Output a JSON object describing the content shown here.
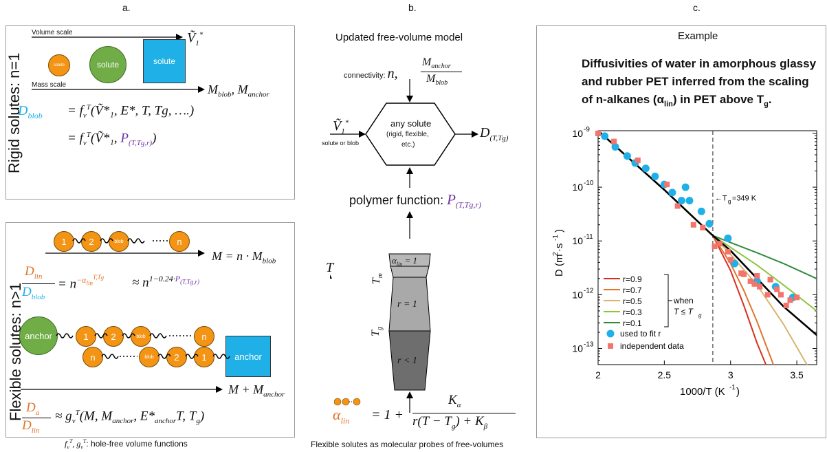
{
  "panels": {
    "a": {
      "letter": "a."
    },
    "b": {
      "letter": "b.",
      "title": "Updated free-volume model"
    },
    "c": {
      "letter": "c.",
      "subtitle": "Example",
      "title_lines": [
        "Diffusivities of water in amorphous glassy",
        "and rubber PET inferred from the scaling",
        "of n-alkanes (α",
        "lin",
        ") in PET above T",
        "g",
        "."
      ]
    }
  },
  "rigid": {
    "side_title": "Rigid solutes: n=1",
    "volume_scale": "Volume scale",
    "mass_scale": "Mass scale",
    "small_label": "solute",
    "mid_label": "solute",
    "big_label": "solute",
    "v1_label": "Ṽ",
    "m_label": "M",
    "m_sub1": "blob",
    "m_sep": ", M",
    "m_sub2": "anchor",
    "d_blob": "D",
    "d_blob_sub": "blob",
    "eq1": "= f",
    "eq1_args": "(Ṽ*₁, E*, T, Tg, ….)",
    "eq2": "= f",
    "eq2_args": "(Ṽ*₁, ",
    "eq2_p": "P",
    "eq2_p_sub": "(T,Tg,r)",
    "eq2_close": ")"
  },
  "flexible": {
    "side_title": "Flexible solutes: n>1",
    "chain1": [
      "1",
      "2",
      "blob",
      "n"
    ],
    "chain_dots": "·····",
    "m_eq": "M = n · M",
    "m_eq_sub": "blob",
    "d_lin": "D",
    "d_lin_sub": "lin",
    "d_blob": "D",
    "d_blob_sub": "blob",
    "ratio_rhs": "= n",
    "alpha": "−α",
    "alpha_sub": "lin",
    "alpha_sup": "T,Tg",
    "approx": "≈ n",
    "approx_sup": "1−0.24·",
    "approx_p": "P",
    "approx_p_sub": "(T,Tg,r)",
    "anchor": "anchor",
    "chain2": [
      "1",
      "2",
      "blob",
      "n"
    ],
    "chain3": [
      "n",
      "blob",
      "2",
      "1"
    ],
    "anchor2": "anchor",
    "m_plus": "M + M",
    "m_plus_sub": "anchor",
    "d_a": "D",
    "d_a_sub": "a",
    "d_lin2": "D",
    "d_lin2_sub": "lin",
    "g_eq": "≈ g",
    "g_args": "(M, M",
    "g_args_sub": "anchor",
    "g_args2": ", E*",
    "g_args2_sub": "anchor",
    "g_args3": "T, T",
    "g_args3_sub": "g",
    "g_close": ")"
  },
  "footer_left": ": hole-free volume functions",
  "footer_left_sym": "f",
  "footer_left_sym2": ", g",
  "footer_center": "Flexible solutes as molecular probes of free-volumes",
  "model": {
    "connectivity": "connectivity: ",
    "conn_n": "n, ",
    "conn_num": "M",
    "conn_num_sub": "anchor",
    "conn_den": "M",
    "conn_den_sub": "blob",
    "hex_line1": "any solute",
    "hex_line2": "(rigid, flexible,",
    "hex_line3": "etc.)",
    "input_sym": "Ṽ",
    "input_label": "solute or blob",
    "output": "D",
    "output_sub": "(T,Tg)",
    "polymer_function": "polymer function: ",
    "pf_sym": "P",
    "pf_sub": "(T,Tg,r)",
    "t_axis": "T",
    "tm": "T",
    "tm_sub": "m",
    "tg": "T",
    "tg_sub": "g",
    "seg_top": "α",
    "seg_top_sub": "lin",
    "seg_top_eq": " = 1",
    "seg_mid": "r = 1",
    "seg_bot": "r < 1",
    "alpha_lhs": "α",
    "alpha_lhs_sub": "lin",
    "alpha_eq": "= 1 +",
    "frac_num": "K",
    "frac_num_sub": "α",
    "frac_den": "r(T − T",
    "frac_den_sub": "g",
    "frac_den2": ") + K",
    "frac_den2_sub": "β"
  },
  "chart_data": {
    "type": "line",
    "xlabel": "1000/T (K",
    "xlabel_sup": "-1",
    "xlabel_close": ")",
    "ylabel": "D (m",
    "ylabel_sup": "2",
    "ylabel_mid": "·s",
    "ylabel_sup2": "-1",
    "ylabel_close": ")",
    "xlim": [
      2,
      3.65
    ],
    "ylim_log10": [
      -13.3,
      -8.95
    ],
    "x_ticks": [
      "2",
      "2.5",
      "3",
      "3.5"
    ],
    "x_tick_values": [
      2,
      2.5,
      3,
      3.5
    ],
    "y_ticks": [
      "10",
      "10",
      "10",
      "10",
      "10"
    ],
    "y_tick_exps": [
      "-9",
      "-10",
      "-11",
      "-12",
      "-13"
    ],
    "y_tick_values": [
      -9,
      -10,
      -11,
      -12,
      -13
    ],
    "tg_label": "←T",
    "tg_label_sub": "g",
    "tg_label_rest": "=349 K",
    "tg_x": 2.866,
    "legend_when": "when",
    "legend_cond": "T ≤ T",
    "legend_cond_sub": "g",
    "series": [
      {
        "name": "r=0.9",
        "color": "#d7301f",
        "x": [
          2,
          2.5,
          2.866,
          3.0,
          3.1,
          3.2,
          3.3
        ],
        "log10y": [
          -8.95,
          -10.05,
          -10.9,
          -11.55,
          -12.2,
          -12.9,
          -13.5
        ]
      },
      {
        "name": "r=0.7",
        "color": "#e0742b",
        "x": [
          2,
          2.5,
          2.866,
          3.0,
          3.1,
          3.2,
          3.3,
          3.4
        ],
        "log10y": [
          -8.95,
          -10.05,
          -10.9,
          -11.42,
          -11.92,
          -12.5,
          -13.15,
          -13.8
        ]
      },
      {
        "name": "r=0.5",
        "color": "#d9b46a",
        "x": [
          2,
          2.5,
          2.866,
          3.0,
          3.2,
          3.4,
          3.6
        ],
        "log10y": [
          -8.95,
          -10.05,
          -10.9,
          -11.25,
          -11.82,
          -12.55,
          -13.4
        ]
      },
      {
        "name": "r=0.3",
        "color": "#8cc63f",
        "x": [
          2,
          2.5,
          2.866,
          3.0,
          3.2,
          3.4,
          3.65
        ],
        "log10y": [
          -8.95,
          -10.05,
          -10.9,
          -11.12,
          -11.45,
          -11.82,
          -12.3
        ]
      },
      {
        "name": "r=0.1",
        "color": "#2e8b3e",
        "x": [
          2,
          2.5,
          2.866,
          3.0,
          3.2,
          3.4,
          3.65
        ],
        "log10y": [
          -8.95,
          -10.05,
          -10.9,
          -11.03,
          -11.22,
          -11.42,
          -11.7
        ]
      },
      {
        "name": "",
        "color": "#000000",
        "x": [
          2,
          2.5,
          2.866,
          3.0,
          3.2,
          3.4,
          3.65
        ],
        "log10y": [
          -8.95,
          -10.05,
          -10.9,
          -11.18,
          -11.7,
          -12.22,
          -12.75
        ]
      }
    ],
    "scatter": [
      {
        "name": "used to fit r",
        "color": "#1eb0e6",
        "shape": "circle",
        "x": [
          2.05,
          2.13,
          2.22,
          2.28,
          2.36,
          2.43,
          2.5,
          2.56,
          2.63,
          2.66,
          2.69,
          2.78,
          2.84,
          2.98,
          3.03,
          3.2,
          3.34,
          3.47
        ],
        "log10y": [
          -9.05,
          -9.25,
          -9.42,
          -9.55,
          -9.65,
          -9.8,
          -9.95,
          -10.1,
          -10.25,
          -10.0,
          -10.25,
          -10.45,
          -10.68,
          -10.95,
          -11.42,
          -11.75,
          -11.85,
          -12.05
        ]
      },
      {
        "name": "independent data",
        "color": "#f4736b",
        "shape": "square",
        "x": [
          2.0,
          2.12,
          2.3,
          2.52,
          2.6,
          2.72,
          2.79,
          2.88,
          2.92,
          2.98,
          3.0,
          3.08,
          3.1,
          3.15,
          3.18,
          3.2,
          3.22,
          3.28,
          3.3,
          3.35,
          3.38,
          3.42,
          3.45,
          3.5
        ],
        "log10y": [
          -9.0,
          -9.15,
          -9.5,
          -9.95,
          -10.35,
          -10.7,
          -10.75,
          -11.1,
          -11.05,
          -11.2,
          -11.35,
          -11.6,
          -11.62,
          -11.75,
          -11.8,
          -11.65,
          -11.85,
          -12.0,
          -11.72,
          -11.9,
          -12.0,
          -12.2,
          -12.1,
          -12.05
        ]
      }
    ]
  }
}
